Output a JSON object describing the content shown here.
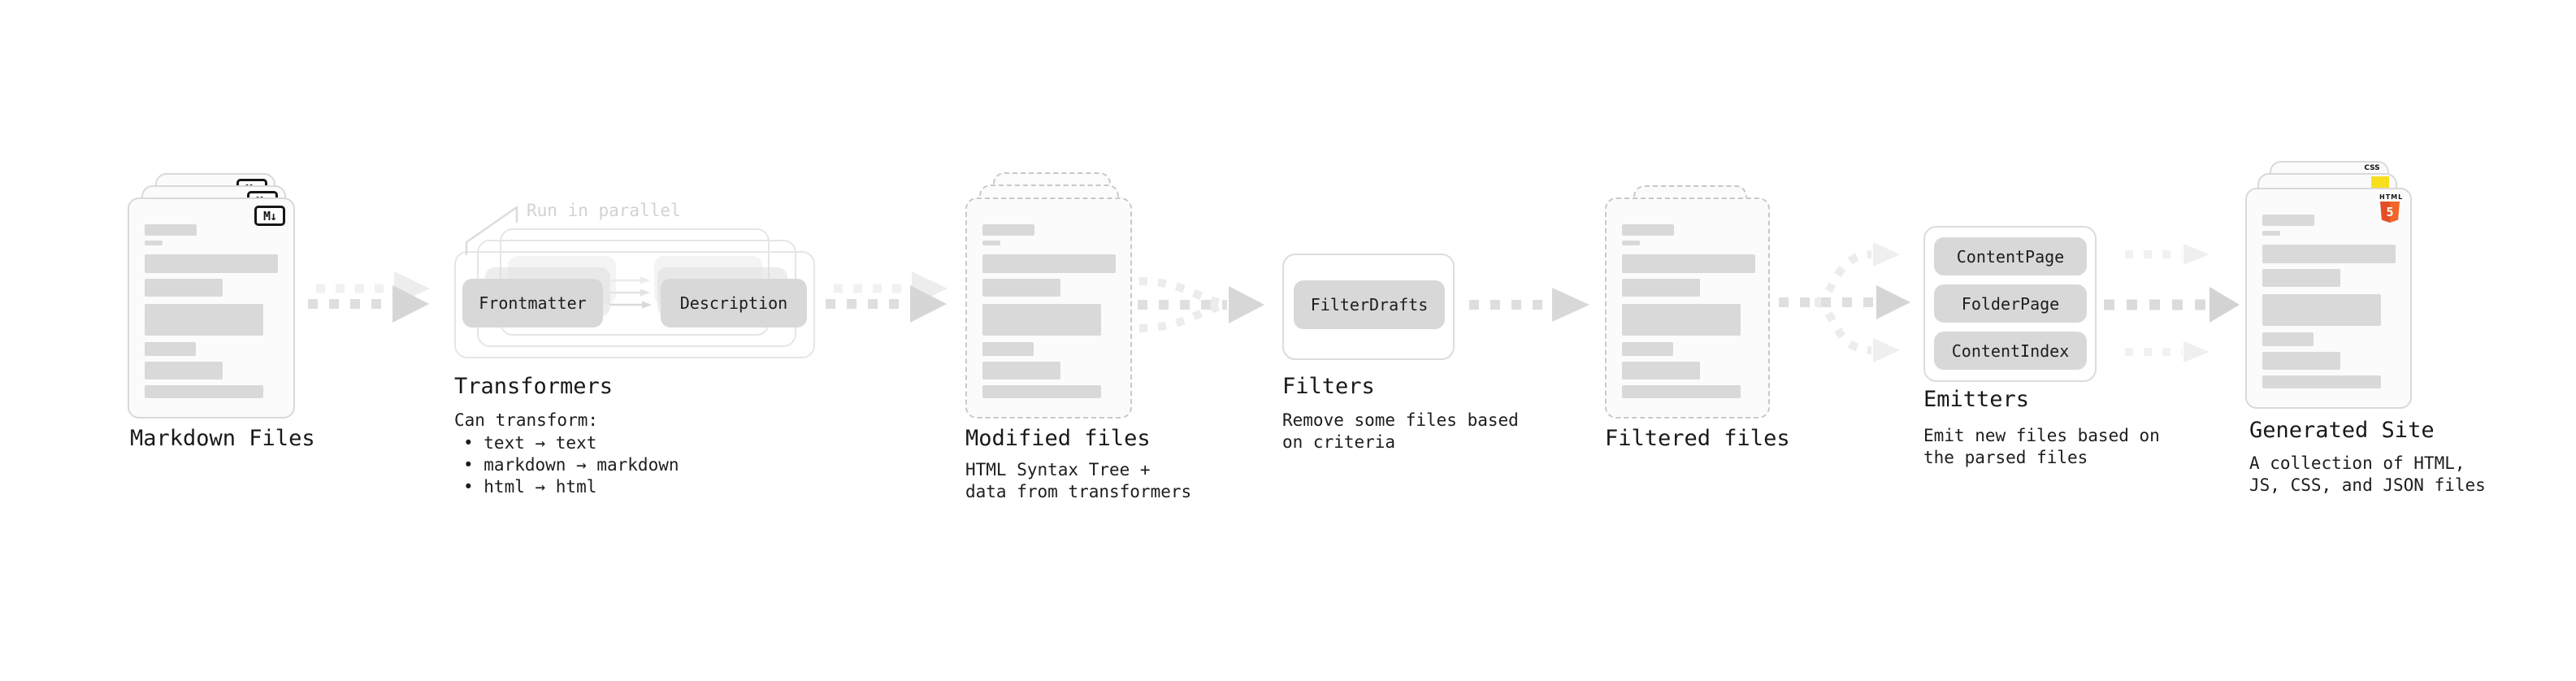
{
  "markdown": {
    "label": "Markdown Files",
    "badge": "M↓"
  },
  "transformers": {
    "annotation": "Run in parallel",
    "pill_left": "Frontmatter",
    "pill_right": "Description",
    "label": "Transformers",
    "desc_title": "Can transform:",
    "bullet1": "• text → text",
    "bullet2": "• markdown → markdown",
    "bullet3": "• html → html"
  },
  "modified": {
    "label": "Modified files",
    "desc1": "HTML Syntax Tree +",
    "desc2": "data from transformers"
  },
  "filters": {
    "pill": "FilterDrafts",
    "label": "Filters",
    "desc1": "Remove some files based",
    "desc2": "on criteria"
  },
  "filtered": {
    "label": "Filtered files"
  },
  "emitters": {
    "pill1": "ContentPage",
    "pill2": "FolderPage",
    "pill3": "ContentIndex",
    "label": "Emitters",
    "desc1": "Emit new files based on",
    "desc2": "the parsed files"
  },
  "generated": {
    "label": "Generated Site",
    "desc1": "A collection of HTML,",
    "desc2": "JS, CSS, and JSON files",
    "css_badge": "CSS",
    "html_word": "HTML",
    "html_numeral": "5"
  },
  "colors": {
    "accent_html": "#e44d26",
    "accent_js": "#f7df1e",
    "accent_css": "#2f68e8"
  }
}
